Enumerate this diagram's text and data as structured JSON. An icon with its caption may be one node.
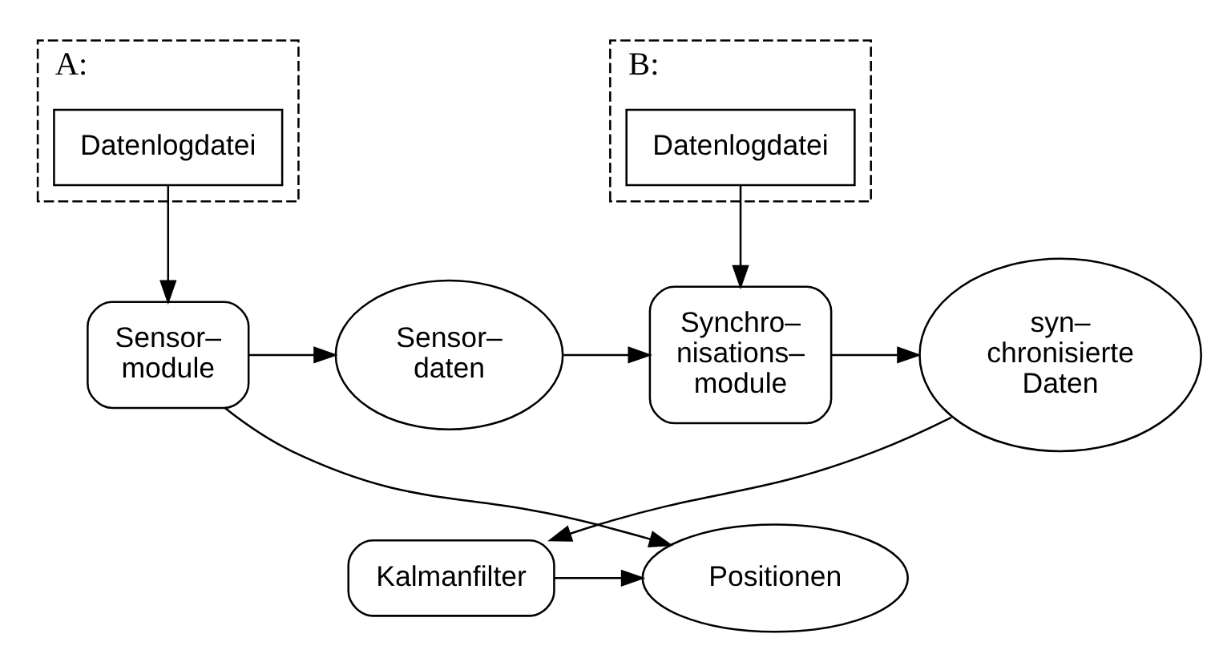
{
  "diagram": {
    "nodes": [
      {
        "text": [
          "A:"
        ]
      },
      {
        "text": [
          "Datenlogdatei"
        ],
        "in": 0
      },
      {
        "text": [
          "B:"
        ]
      },
      {
        "text": [
          "Datenlogdatei"
        ],
        "in": 2
      },
      {
        "text": [
          "Sensor– module"
        ]
      },
      {
        "text": [
          "Sensor– daten"
        ]
      },
      {
        "text": [
          "Synchro– nisations– module"
        ]
      },
      {
        "text": [
          "syn– chronisierte Daten"
        ]
      },
      {
        "text": [
          "Kalmanfilter"
        ]
      },
      {
        "text": [
          "Positionen"
        ]
      }
    ],
    "edges": [
      {
        "from": 1,
        "to": 4,
        "arrow": "to"
      },
      {
        "from": 3,
        "to": 6,
        "arrow": "to"
      },
      {
        "from": 4,
        "to": 5,
        "arrow": "to"
      },
      {
        "from": 5,
        "to": 6,
        "arrow": "to"
      },
      {
        "from": 6,
        "to": 7,
        "arrow": "to"
      },
      {
        "from": 7,
        "to": 8,
        "arrow": "to"
      },
      {
        "from": 8,
        "to": 9,
        "arrow": "to"
      },
      {
        "from": 4,
        "to": 9,
        "arrow": "to"
      }
    ]
  }
}
